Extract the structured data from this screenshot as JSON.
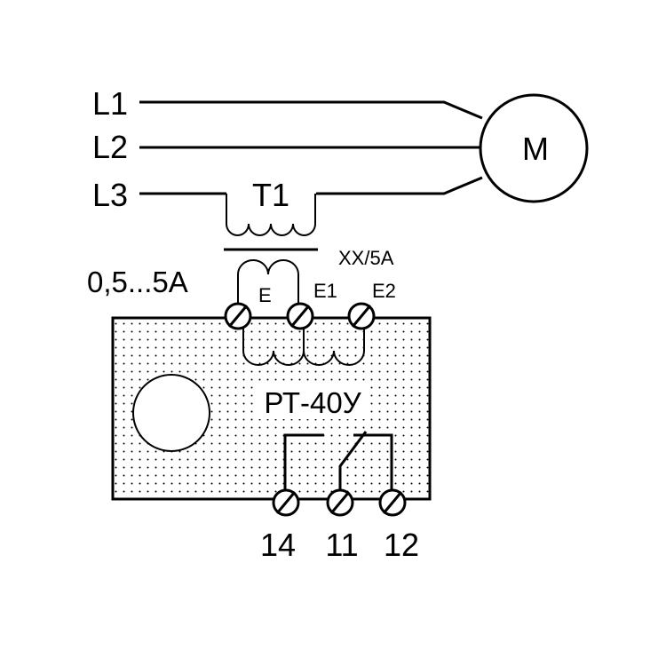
{
  "lines": {
    "l1": "L1",
    "l2": "L2",
    "l3": "L3"
  },
  "motor": {
    "label": "M"
  },
  "transformer": {
    "label": "T1",
    "ratio": "XX/5A"
  },
  "range": "0,5...5A",
  "relay": {
    "model": "РТ-40У"
  },
  "input_terminals": {
    "e": "E",
    "e1": "E1",
    "e2": "E2"
  },
  "output_terminals": {
    "t14": "14",
    "t11": "11",
    "t12": "12"
  }
}
